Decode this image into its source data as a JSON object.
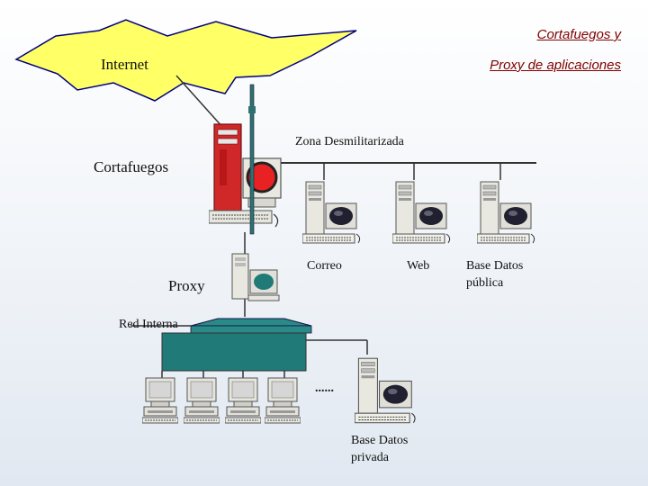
{
  "title": {
    "line1": "Cortafuegos y",
    "line2": " Proxy de aplicaciones"
  },
  "labels": {
    "internet": "Internet",
    "dmz": "Zona Desmilitarizada",
    "firewall": "Cortafuegos",
    "proxy": "Proxy",
    "mail": "Correo",
    "web": "Web",
    "public_db_1": "Base Datos",
    "public_db_2": "pública",
    "internal_net": "Red Interna",
    "ellipsis": "......",
    "private_db_1": "Base Datos",
    "private_db_2": "privada"
  },
  "colors": {
    "title": "#800000",
    "internet_cloud": "#ffff66",
    "cloud_outline": "#000080",
    "firewall_red": "#cc2222",
    "hub_teal": "#207a78",
    "line": "#333333",
    "antenna": "#2f7070"
  },
  "icons": [
    "internet-burst-icon",
    "firewall-tower-icon",
    "server-tower-icon",
    "proxy-computer-icon",
    "workstation-icon",
    "network-hub-icon"
  ]
}
